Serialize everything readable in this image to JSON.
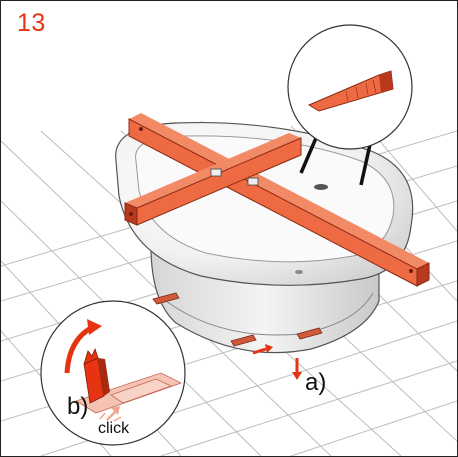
{
  "step": {
    "number": "13"
  },
  "labels": {
    "a": "a)",
    "b": "b)",
    "click": "click"
  },
  "colors": {
    "accent": "#e63312",
    "beam": "#ee6a43",
    "beam_dark": "#b8391e",
    "tub_shadow": "#c9c9c9",
    "grid": "#bdbdbd"
  },
  "icons": {
    "rotate": "curved-arrow-icon",
    "click": "click-arrow-icon",
    "push_a": "arrow-down-icon",
    "push_wedge": "arrow-right-icon"
  }
}
